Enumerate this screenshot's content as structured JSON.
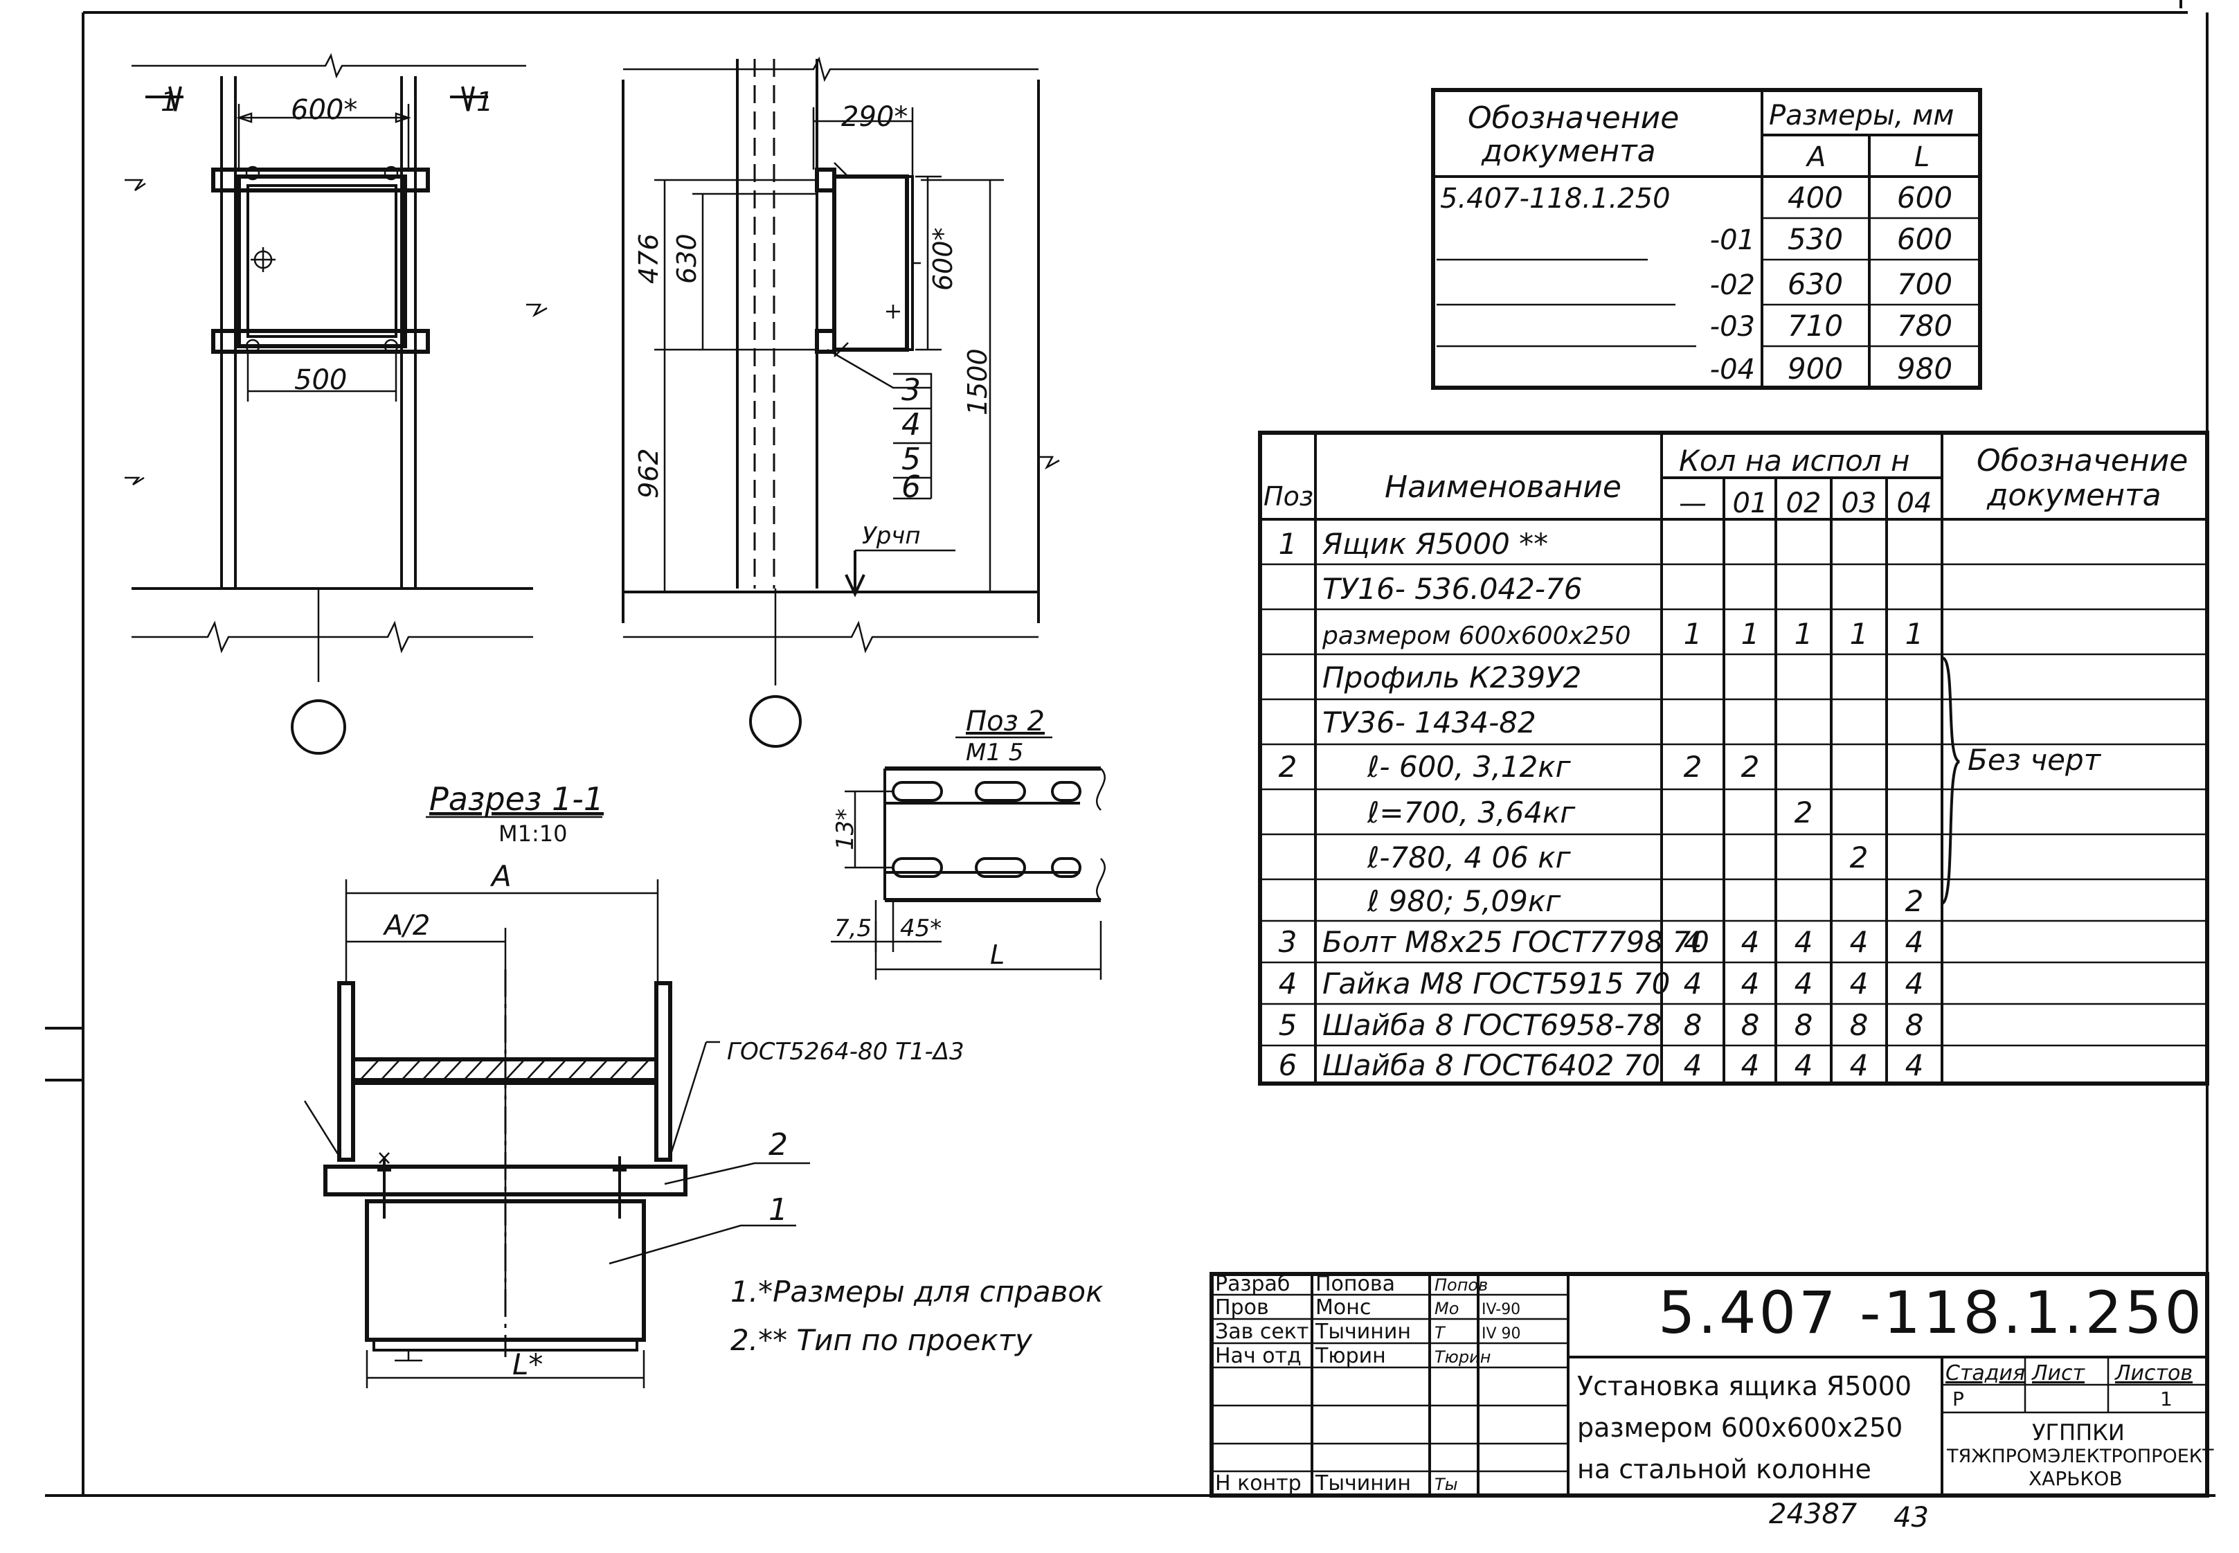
{
  "front_view": {
    "section_mark_left": "1",
    "section_mark_right": "1",
    "dim_width": "600*",
    "dim_bottom": "500"
  },
  "side_view": {
    "dim_depth": "290*",
    "dim_476": "476",
    "dim_630": "630",
    "dim_600": "600*",
    "dim_1500": "1500",
    "dim_962": "962",
    "callouts": [
      "3",
      "4",
      "5",
      "6"
    ],
    "level_label": "Урчп"
  },
  "pos2_detail": {
    "title": "Поз 2",
    "scale": "М1 5",
    "dim_13": "13*",
    "dim_75": "7,5",
    "dim_45": "45*",
    "dim_L": "L"
  },
  "section": {
    "title": "Разрез 1-1",
    "scale": "М1:10",
    "dim_A": "А",
    "dim_A2": "А/2",
    "dim_L": "L*",
    "weld_note": "ГОСТ5264-80 Т1-Δ3",
    "pos_2": "2",
    "pos_1": "1"
  },
  "notes": [
    "1.*Размеры для справок",
    "2.** Тип по проекту"
  ],
  "variants_table": {
    "header_doc_l1": "Обозначение",
    "header_doc_l2": "документа",
    "header_sizes": "Размеры, мм",
    "header_A": "А",
    "header_L": "L",
    "rows": [
      {
        "doc": "5.407-118.1.250",
        "A": "400",
        "L": "600"
      },
      {
        "doc": "-01",
        "A": "530",
        "L": "600"
      },
      {
        "doc": "-02",
        "A": "630",
        "L": "700"
      },
      {
        "doc": "-03",
        "A": "710",
        "L": "780"
      },
      {
        "doc": "-04",
        "A": "900",
        "L": "980"
      }
    ]
  },
  "spec_table": {
    "h_pos": "Поз",
    "h_name": "Наименование",
    "h_qty": "Кол на испол н",
    "h_qty_cols": [
      "—",
      "01",
      "02",
      "03",
      "04"
    ],
    "h_doc_l1": "Обозначение",
    "h_doc_l2": "документа",
    "rows": [
      {
        "pos": "1",
        "name": "Ящик Я5000 **",
        "q": [
          "",
          "",
          "",
          "",
          ""
        ]
      },
      {
        "pos": "",
        "name": "ТУ16- 536.042-76",
        "q": [
          "",
          "",
          "",
          "",
          ""
        ]
      },
      {
        "pos": "",
        "name": "размером 600x600x250",
        "q": [
          "1",
          "1",
          "1",
          "1",
          "1"
        ]
      },
      {
        "pos": "",
        "name": "Профиль К239У2",
        "q": [
          "",
          "",
          "",
          "",
          ""
        ]
      },
      {
        "pos": "",
        "name": "ТУ36- 1434-82",
        "q": [
          "",
          "",
          "",
          "",
          ""
        ]
      },
      {
        "pos": "2",
        "name": "ℓ- 600, 3,12кг",
        "q": [
          "2",
          "2",
          "",
          "",
          ""
        ]
      },
      {
        "pos": "",
        "name": "ℓ=700, 3,64кг",
        "q": [
          "",
          "",
          "2",
          "",
          ""
        ]
      },
      {
        "pos": "",
        "name": "ℓ-780, 4 06 кг",
        "q": [
          "",
          "",
          "",
          "2",
          ""
        ]
      },
      {
        "pos": "",
        "name": "ℓ 980; 5,09кг",
        "q": [
          "",
          "",
          "",
          "",
          "2"
        ]
      },
      {
        "pos": "3",
        "name": "Болт М8x25 ГОСТ7798 70",
        "q": [
          "4",
          "4",
          "4",
          "4",
          "4"
        ]
      },
      {
        "pos": "4",
        "name": "Гайка М8  ГОСТ5915 70",
        "q": [
          "4",
          "4",
          "4",
          "4",
          "4"
        ]
      },
      {
        "pos": "5",
        "name": "Шайба 8 ГОСТ6958-78",
        "q": [
          "8",
          "8",
          "8",
          "8",
          "8"
        ]
      },
      {
        "pos": "6",
        "name": "Шайба 8 ГОСТ6402 70",
        "q": [
          "4",
          "4",
          "4",
          "4",
          "4"
        ]
      }
    ],
    "brace_note": "Без черт"
  },
  "title_block": {
    "roles": [
      {
        "role": "Разраб",
        "name": "Попова",
        "sign": "Попов",
        "date": ""
      },
      {
        "role": "Пров",
        "name": "Монс",
        "sign": "Мо",
        "date": "IV-90"
      },
      {
        "role": "Зав сект",
        "name": "Тычинин",
        "sign": "Т",
        "date": "IV 90"
      },
      {
        "role": "Нач отд",
        "name": "Тюрин",
        "sign": "Тюрин",
        "date": ""
      },
      {
        "role": "",
        "name": "",
        "sign": "",
        "date": ""
      },
      {
        "role": "",
        "name": "",
        "sign": "",
        "date": ""
      },
      {
        "role": "Н контр",
        "name": "Тычинин",
        "sign": "Ты",
        "date": ""
      }
    ],
    "doc_number": "5.407 -118.1.250",
    "title_l1": "Установка ящика Я5000",
    "title_l2": "размером 600x600x250",
    "title_l3": "на стальной колонне",
    "stage_h": "Стадия",
    "sheet_h": "Лист",
    "sheets_h": "Листов",
    "stage": "Р",
    "sheets": "1",
    "org_l1": "УГППКИ",
    "org_l2": "ТЯЖПРОМЭЛЕКТРОПРОЕКТ",
    "org_l3": "ХАРЬКОВ"
  },
  "footer": {
    "archive": "24387",
    "sheet_no": "43"
  }
}
